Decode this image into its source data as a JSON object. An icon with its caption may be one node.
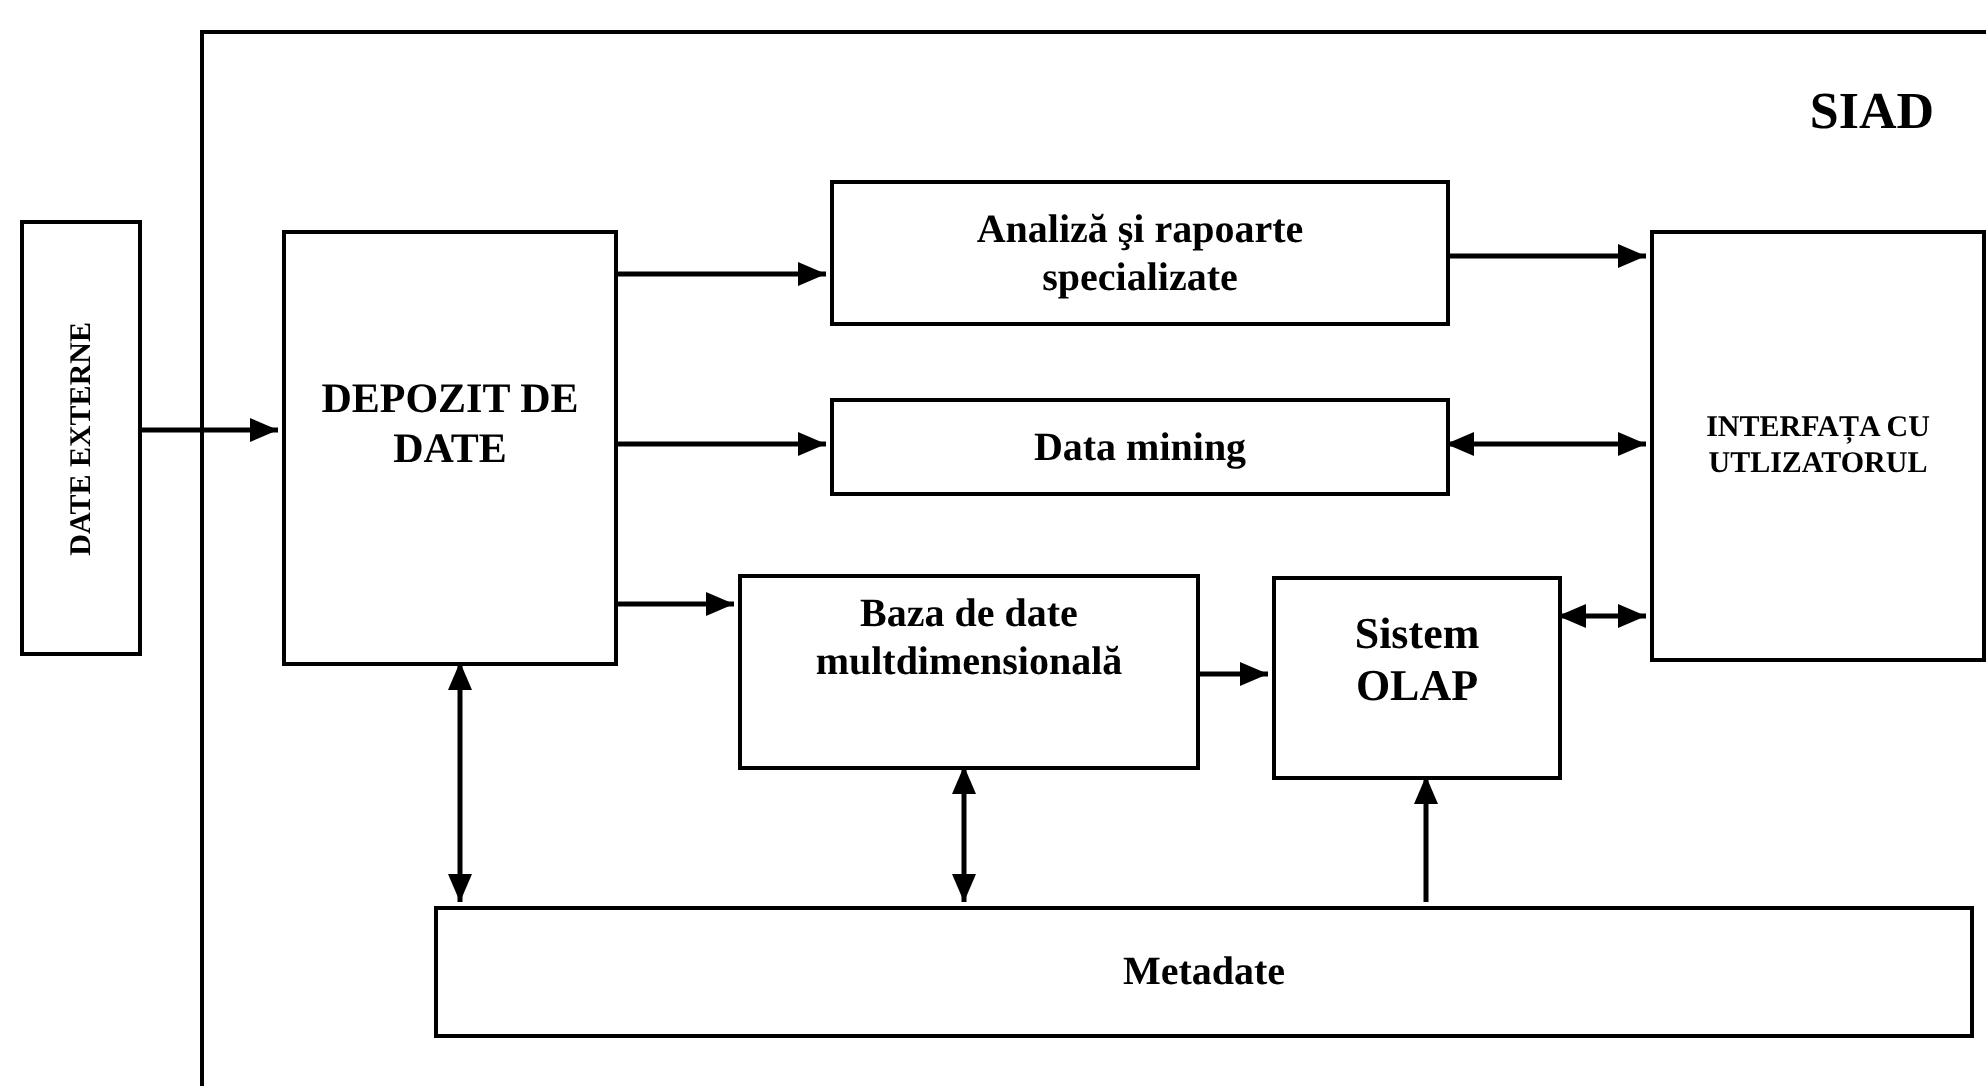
{
  "diagram": {
    "nodes": [
      {
        "text": [
          "SIAD"
        ]
      },
      {
        "text": [
          "DATE EXTERNE"
        ]
      },
      {
        "text": [
          "DEPOZIT DE DATE"
        ],
        "in": 0
      },
      {
        "text": [
          "Analiză şi rapoarte specializate"
        ],
        "in": 0
      },
      {
        "text": [
          "Data mining"
        ],
        "in": 0
      },
      {
        "text": [
          "Baza de date multdimensională"
        ],
        "in": 0
      },
      {
        "text": [
          "Sistem OLAP"
        ],
        "in": 0
      },
      {
        "text": [
          "INTERFAȚA CU UTLIZATORUL"
        ],
        "in": 0
      },
      {
        "text": [
          "Metadate"
        ],
        "in": 0
      }
    ],
    "edges": [
      {
        "from": 1,
        "to": 2,
        "arrow": "to"
      },
      {
        "from": 2,
        "to": 3,
        "arrow": "to"
      },
      {
        "from": 2,
        "to": 4,
        "arrow": "to"
      },
      {
        "from": 2,
        "to": 5,
        "arrow": "to"
      },
      {
        "from": 3,
        "to": 7,
        "arrow": "to"
      },
      {
        "from": 4,
        "to": 7,
        "arrow": "both"
      },
      {
        "from": 5,
        "to": 6,
        "arrow": "to"
      },
      {
        "from": 6,
        "to": 7,
        "arrow": "both"
      },
      {
        "from": 2,
        "to": 8,
        "arrow": "both"
      },
      {
        "from": 5,
        "to": 8,
        "arrow": "both"
      },
      {
        "from": 8,
        "to": 6,
        "arrow": "to"
      }
    ]
  }
}
